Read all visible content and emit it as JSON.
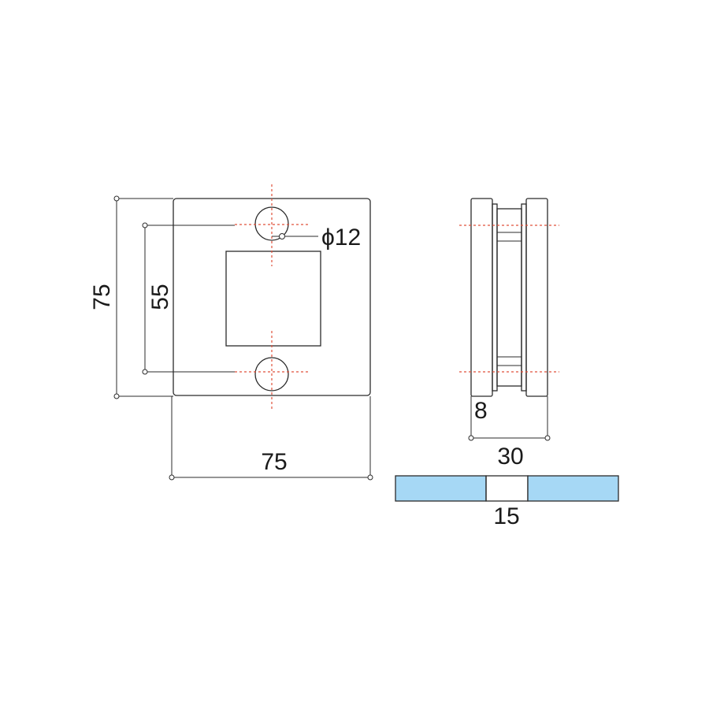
{
  "labels": {
    "front_height": "75",
    "hole_spacing": "55",
    "hole_diameter": "ϕ12",
    "front_width": "75",
    "glass_thickness": "8",
    "side_depth": "30",
    "glass_gap": "15"
  },
  "colors": {
    "centerline": "#e0503a",
    "glass": "#a6d8f5",
    "outline": "#2b2b2b"
  }
}
